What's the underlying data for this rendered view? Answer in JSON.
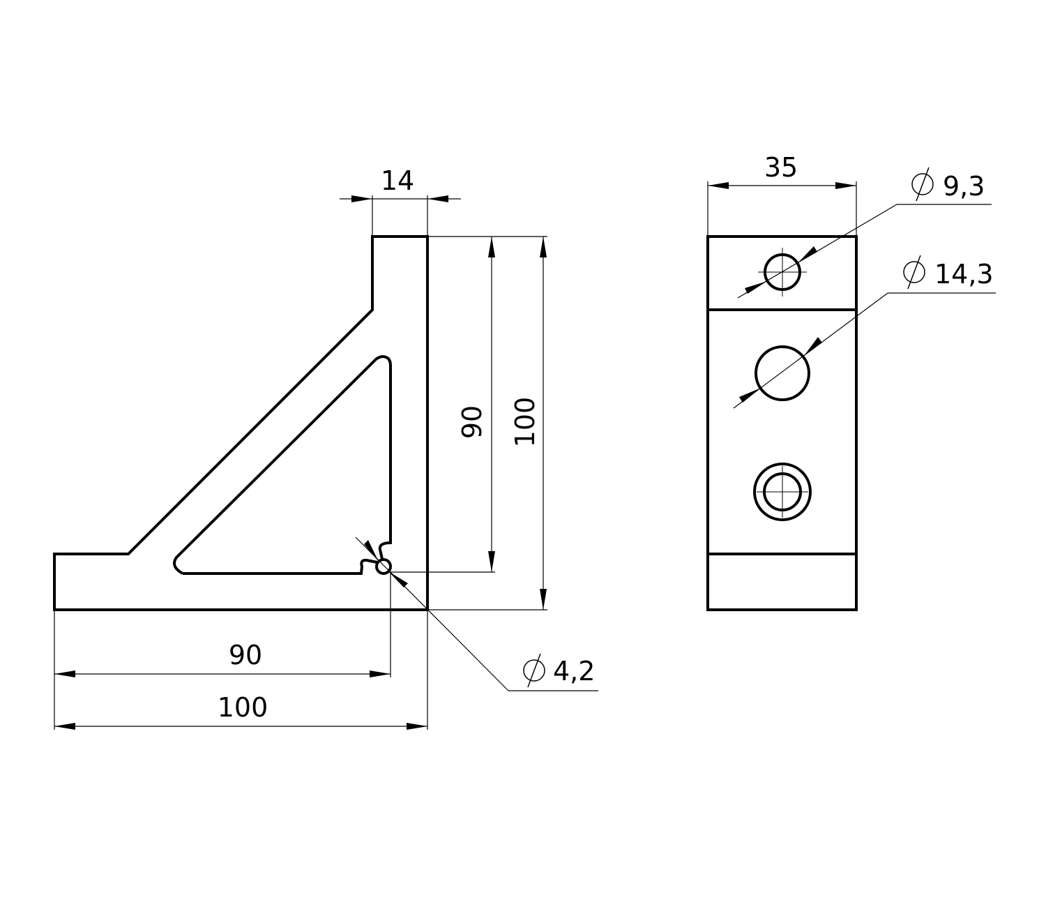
{
  "drawing": {
    "front_view": {
      "dim_thickness": "14",
      "dim_inner_height": "90",
      "dim_total_height": "100",
      "dim_inner_width": "90",
      "dim_total_width": "100",
      "hole_diameter": "4,2"
    },
    "side_view": {
      "dim_width": "35",
      "hole_small_diameter": "9,3",
      "hole_large_diameter": "14,3"
    },
    "diameter_symbol": "diameter-icon",
    "line_color": "#000000"
  }
}
